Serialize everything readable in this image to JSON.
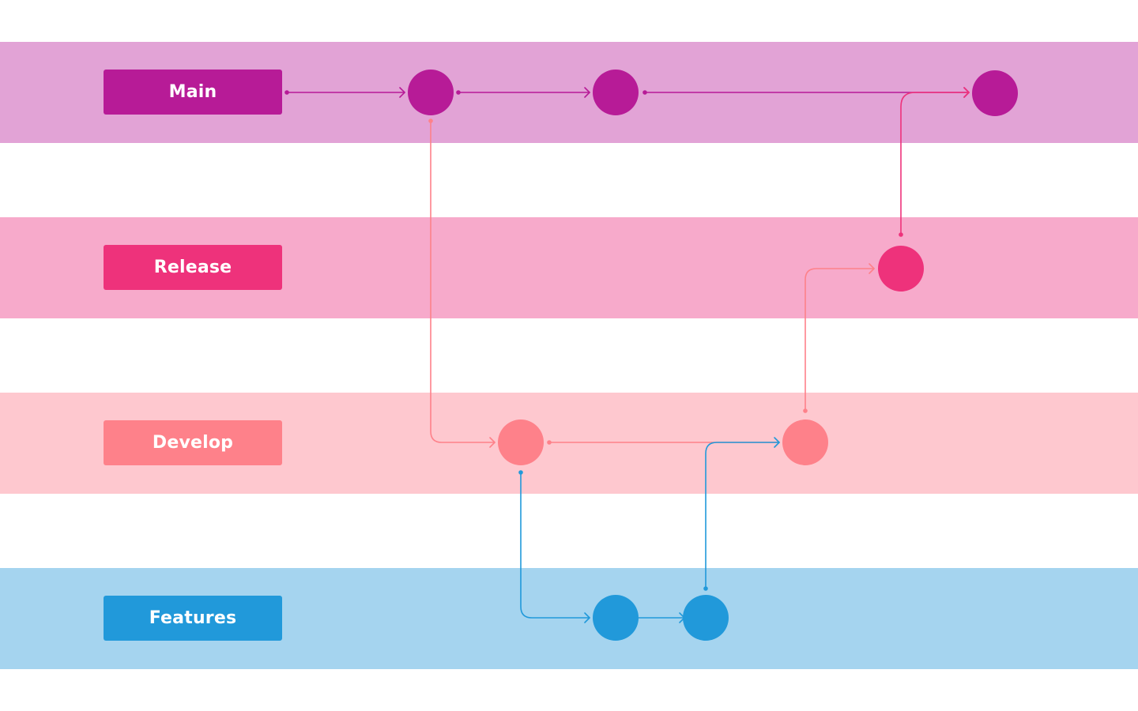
{
  "lanes": [
    {
      "id": "main",
      "label": "Main",
      "band_color": "#e2a3d6",
      "color": "#b71b97"
    },
    {
      "id": "release",
      "label": "Release",
      "band_color": "#f7aacb",
      "color": "#ee327b"
    },
    {
      "id": "develop",
      "label": "Develop",
      "band_color": "#fec8cf",
      "color": "#fe818a"
    },
    {
      "id": "features",
      "label": "Features",
      "band_color": "#a5d4ef",
      "color": "#2199da"
    }
  ],
  "connector_colors": {
    "main": "#b71b97",
    "release": "#ee327b",
    "develop": "#fe818a",
    "features": "#2199da"
  }
}
